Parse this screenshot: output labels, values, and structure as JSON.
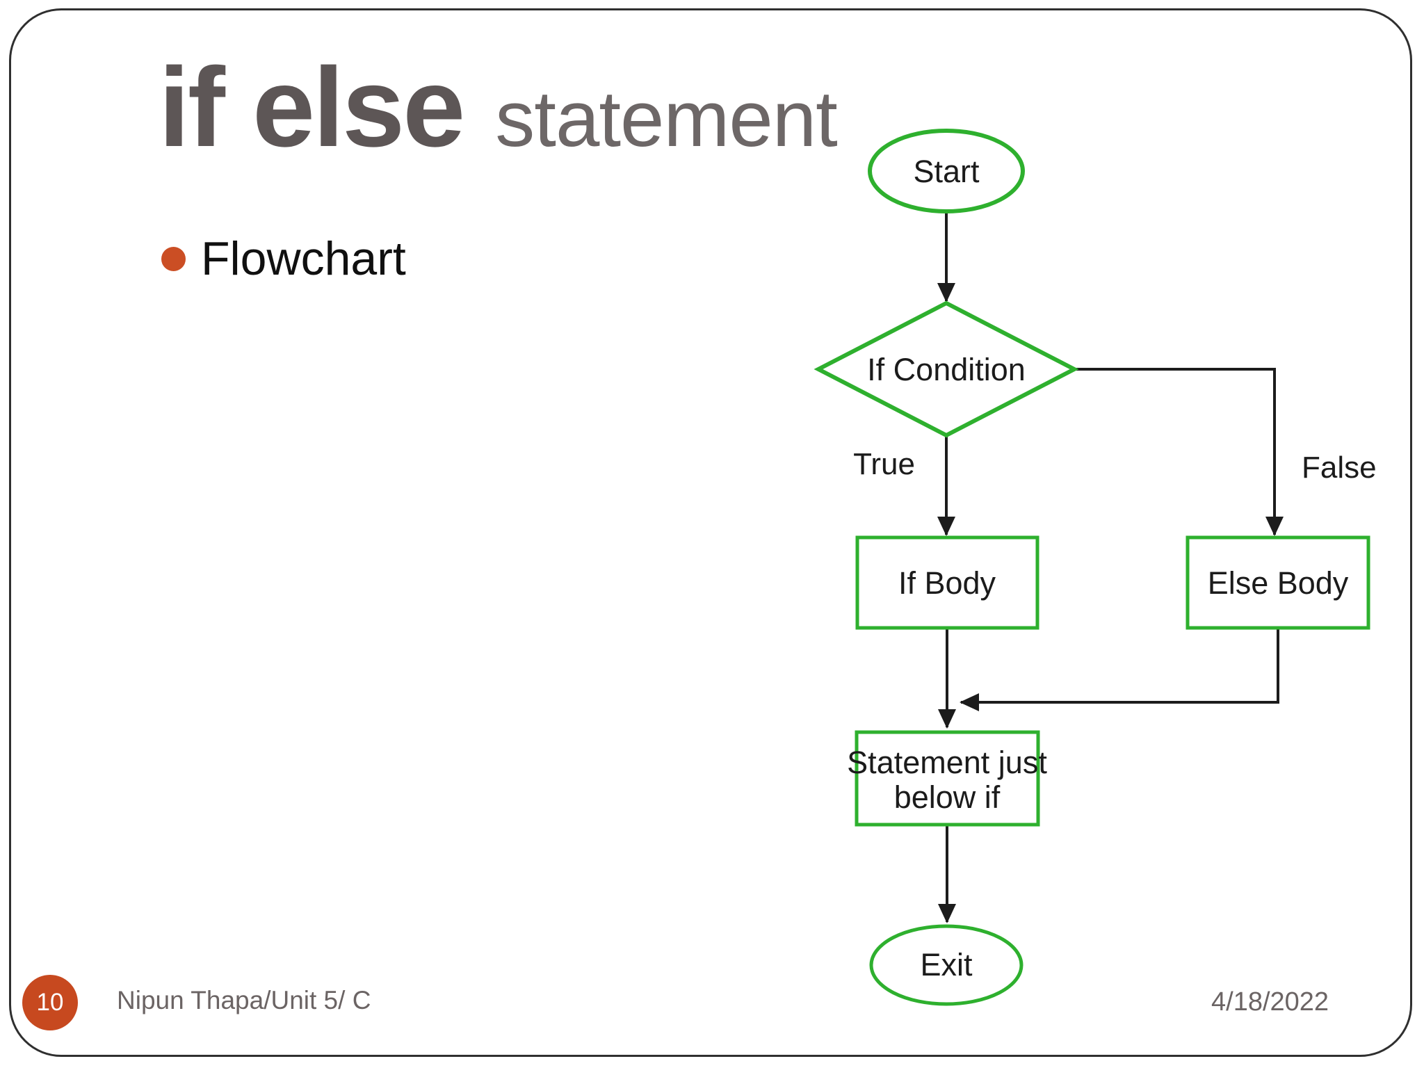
{
  "slide": {
    "title": {
      "main": "if else",
      "sub": "statement"
    },
    "bullet_item": "Flowchart",
    "footer": {
      "page_number": "10",
      "credit": "Nipun Thapa/Unit 5/ C",
      "date": "4/18/2022"
    }
  },
  "flowchart": {
    "type": "flowchart",
    "nodes": {
      "start": "Start",
      "condition": "If Condition",
      "if_body": "If Body",
      "else_body": "Else Body",
      "statement_line1": "Statement just",
      "statement_line2": "below if",
      "exit": "Exit"
    },
    "edge_labels": {
      "true_branch": "True",
      "false_branch": "False"
    },
    "colors": {
      "node_border": "#2eb02e",
      "connector": "#1c1c1c",
      "label_text": "#1b1b1b"
    }
  },
  "colors": {
    "bullet_orange": "#cb4e24",
    "page_circle_orange": "#c7491f",
    "title_main_gray": "#5d5656",
    "title_sub_gray": "#6d6767",
    "footer_gray": "#6b6464"
  }
}
